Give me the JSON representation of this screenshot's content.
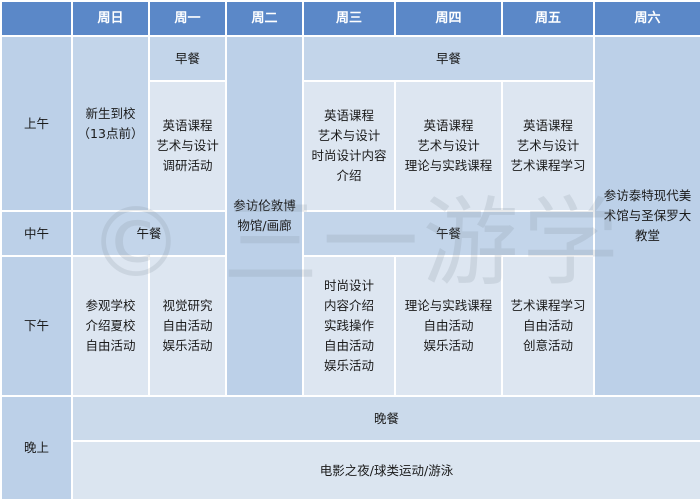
{
  "header": {
    "days": [
      "周日",
      "周一",
      "周二",
      "周三",
      "周四",
      "周五",
      "周六"
    ]
  },
  "periods": {
    "morning": "上午",
    "noon": "中午",
    "afternoon": "下午",
    "evening": "晚上"
  },
  "cells": {
    "sun_morning": "新生到校\n（13点前）",
    "mon_breakfast": "早餐",
    "mon_morning": "英语课程\n艺术与设计\n调研活动",
    "tue_allday": "参访伦敦博\n物馆/画廊",
    "wed_fri_breakfast": "早餐",
    "wed_morning": "英语课程\n艺术与设计\n时尚设计内容\n介绍",
    "thu_morning": "英语课程\n艺术与设计\n理论与实践课程",
    "fri_morning": "英语课程\n艺术与设计\n艺术课程学习",
    "sat_allday": "参访泰特现代美\n术馆与圣保罗大\n教堂",
    "sun_mon_lunch": "午餐",
    "wed_fri_lunch": "午餐",
    "sun_afternoon": "参观学校\n介绍夏校\n自由活动",
    "mon_afternoon": "视觉研究\n自由活动\n娱乐活动",
    "wed_afternoon": "时尚设计\n内容介绍\n实践操作\n自由活动\n娱乐活动",
    "thu_afternoon": "理论与实践课程\n自由活动\n娱乐活动",
    "fri_afternoon": "艺术课程学习\n自由活动\n创意活动",
    "dinner": "晚餐",
    "evening_activities": "电影之夜/球类运动/游泳"
  },
  "watermark": "© 三一游学"
}
